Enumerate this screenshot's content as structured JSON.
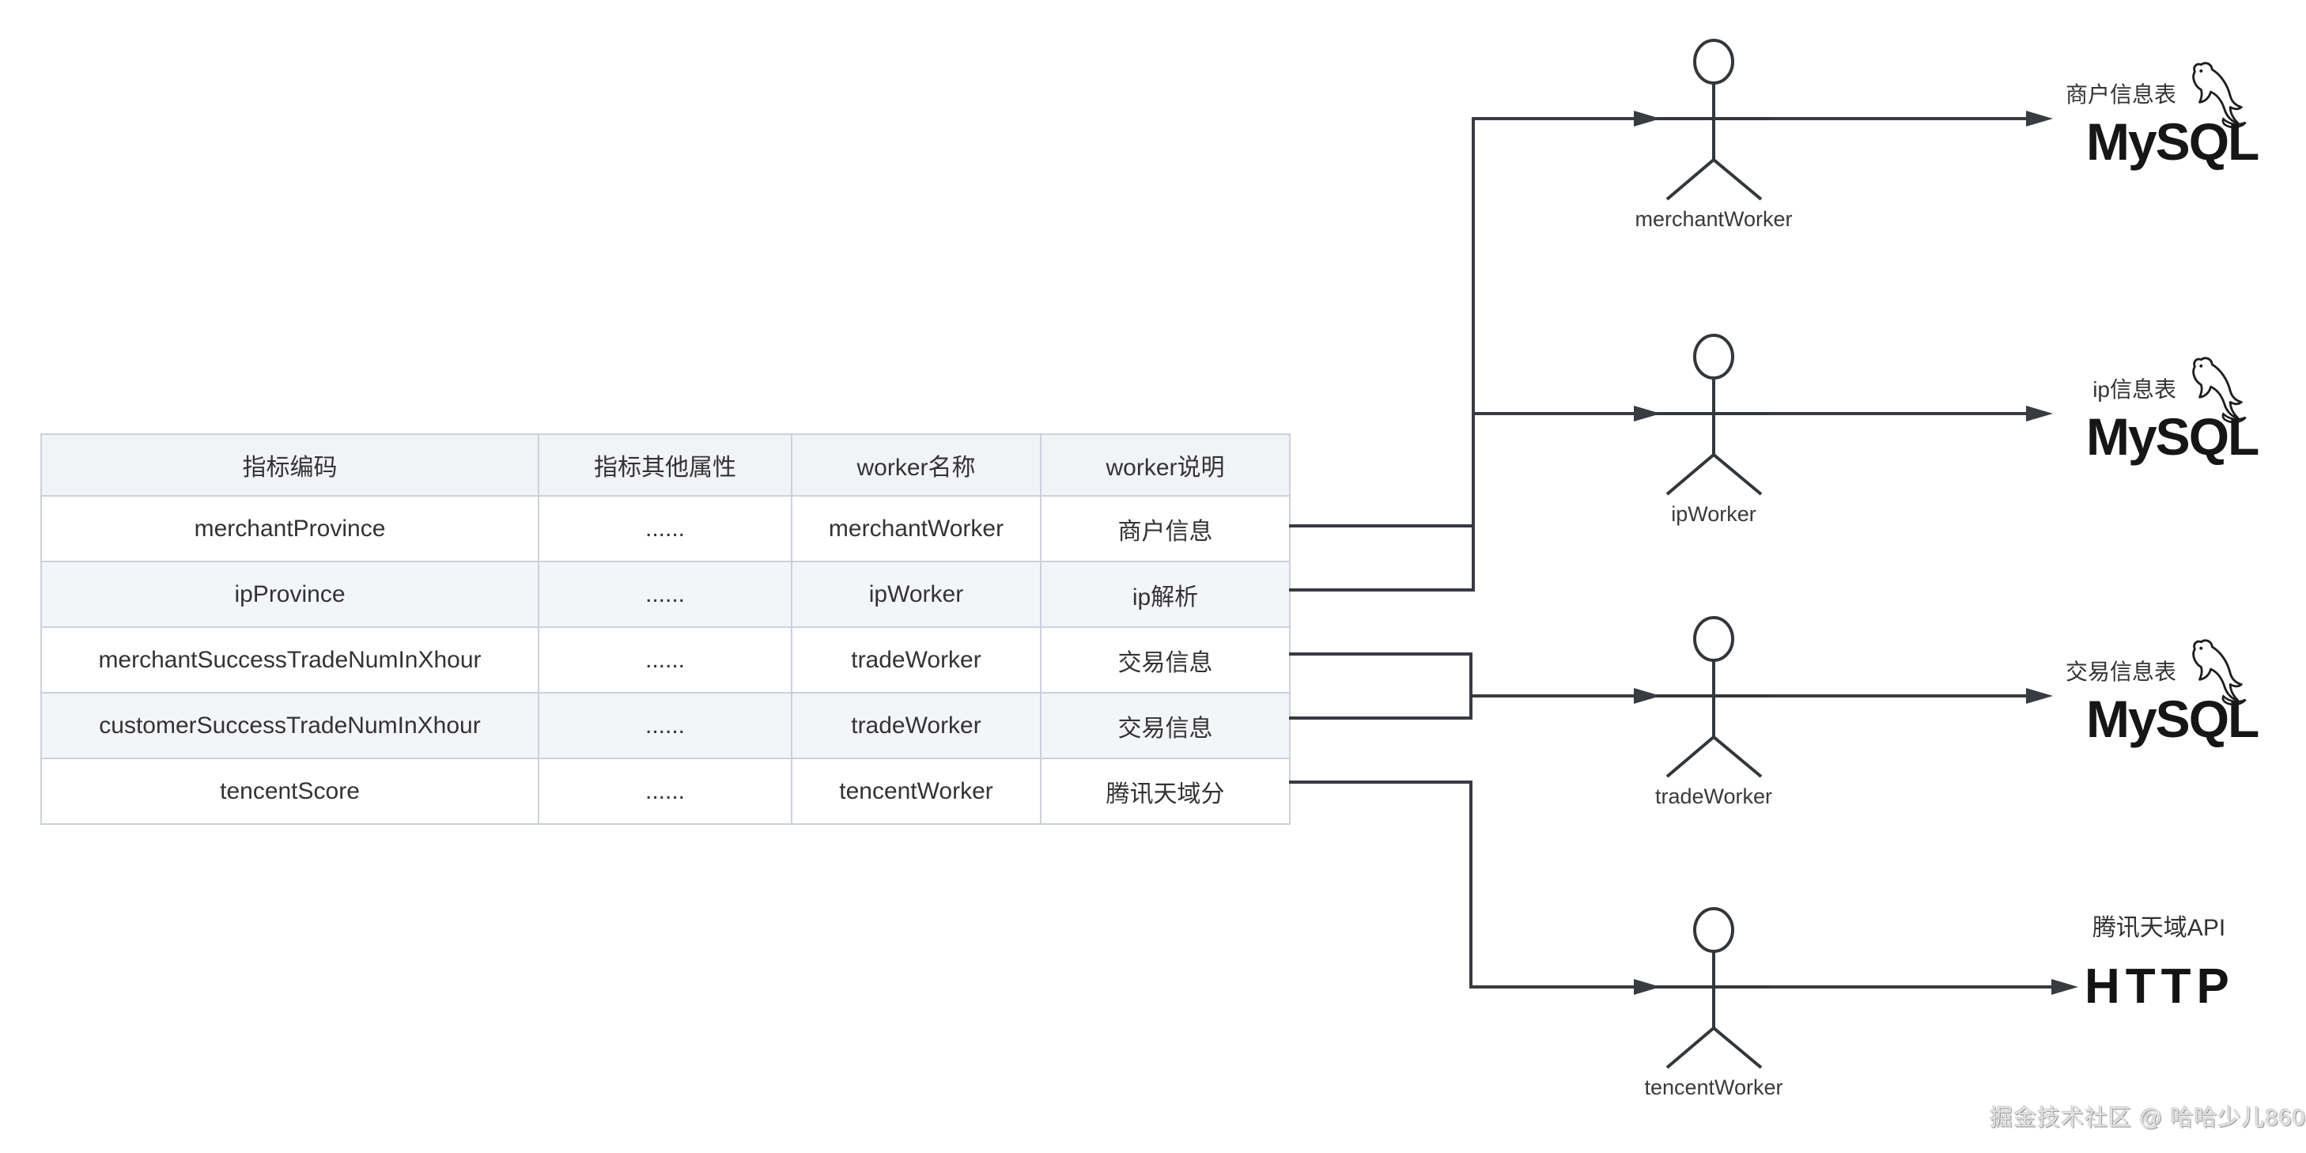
{
  "table": {
    "headers": [
      "指标编码",
      "指标其他属性",
      "worker名称",
      "worker说明"
    ],
    "rows": [
      [
        "merchantProvince",
        "......",
        "merchantWorker",
        "商户信息"
      ],
      [
        "ipProvince",
        "......",
        "ipWorker",
        "ip解析"
      ],
      [
        "merchantSuccessTradeNumInXhour",
        "......",
        "tradeWorker",
        "交易信息"
      ],
      [
        "customerSuccessTradeNumInXhour",
        "......",
        "tradeWorker",
        "交易信息"
      ],
      [
        "tencentScore",
        "......",
        "tencentWorker",
        "腾讯天域分"
      ]
    ]
  },
  "actors": [
    {
      "label": "merchantWorker"
    },
    {
      "label": "ipWorker"
    },
    {
      "label": "tradeWorker"
    },
    {
      "label": "tencentWorker"
    }
  ],
  "destinations": [
    {
      "label": "商户信息表",
      "tech": "MySQL",
      "icon": "mysql-dolphin-icon"
    },
    {
      "label": "ip信息表",
      "tech": "MySQL",
      "icon": "mysql-dolphin-icon"
    },
    {
      "label": "交易信息表",
      "tech": "MySQL",
      "icon": "mysql-dolphin-icon"
    },
    {
      "label": "腾讯天域API",
      "tech": "HTTP",
      "icon": "http-wordmark"
    }
  ],
  "watermark": "掘金技术社区 @ 哈哈少儿860",
  "colors": {
    "wire": "#383b40",
    "table_border": "#ccd1db",
    "header_bg": "#f2f3f7",
    "stripe_bg": "#f4f5f9",
    "text": "#333333"
  }
}
